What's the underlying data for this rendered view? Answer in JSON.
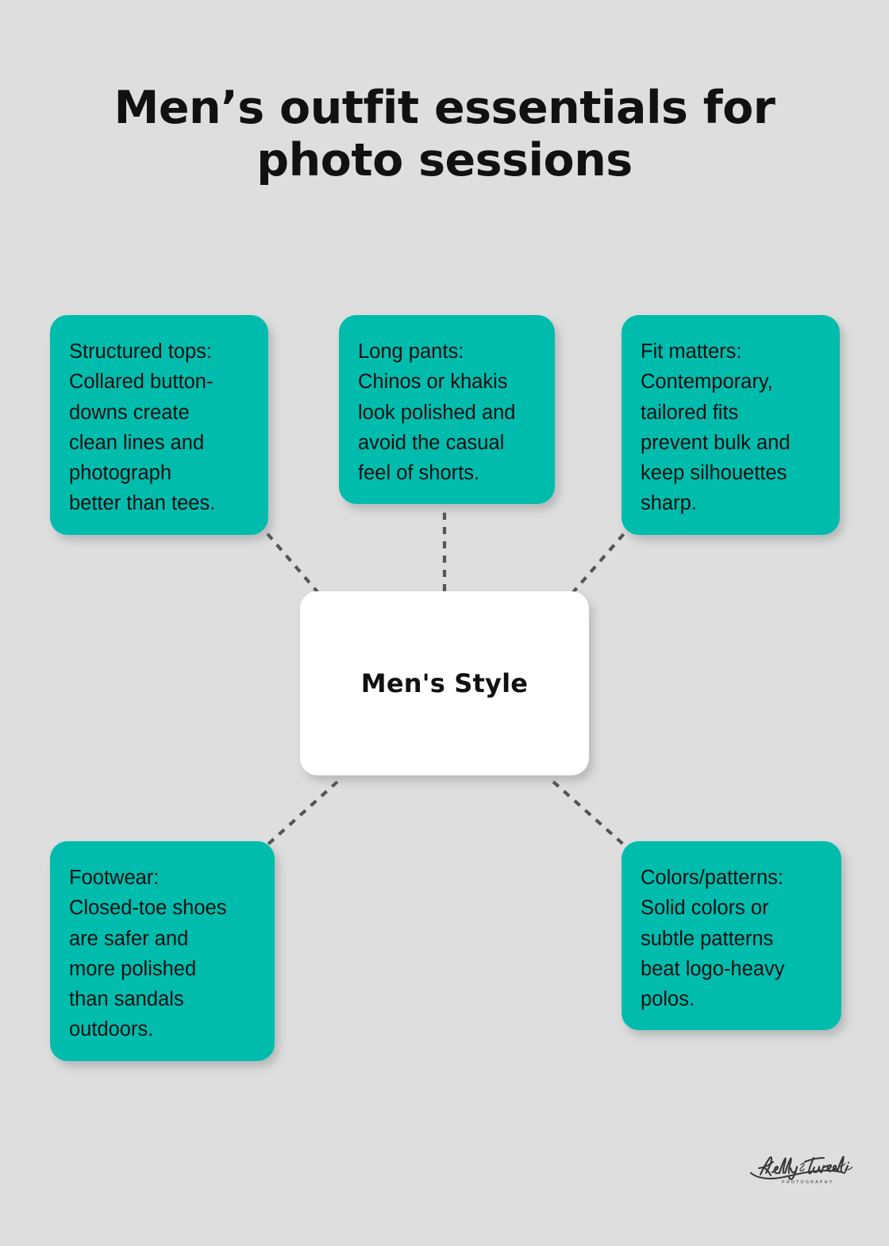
{
  "title": "Men’s outfit essentials for\nphoto sessions",
  "colors": {
    "background": "#dedede",
    "node_fill": "#00bcad",
    "center_fill": "#ffffff",
    "text": "#101010",
    "connector": "#555555"
  },
  "center": {
    "label": "Men's Style"
  },
  "nodes": [
    {
      "key": "structured-tops",
      "text": "Structured tops:\nCollared button-\ndowns create\nclean lines and\nphotograph\nbetter than tees."
    },
    {
      "key": "long-pants",
      "text": "Long pants:\nChinos or khakis\nlook polished and\navoid the casual\nfeel of shorts."
    },
    {
      "key": "fit-matters",
      "text": "Fit matters:\nContemporary,\ntailored fits\nprevent bulk and\nkeep silhouettes\nsharp."
    },
    {
      "key": "footwear",
      "text": "Footwear:\nClosed-toe shoes\nare safer and\nmore polished\nthan sandals\noutdoors."
    },
    {
      "key": "colors-patterns",
      "text": "Colors/patterns:\nSolid colors or\nsubtle patterns\nbeat logo-heavy\npolos."
    }
  ],
  "watermark": {
    "signature": "Kelly Tareski",
    "subtitle": "PHOTOGRAPHY"
  }
}
